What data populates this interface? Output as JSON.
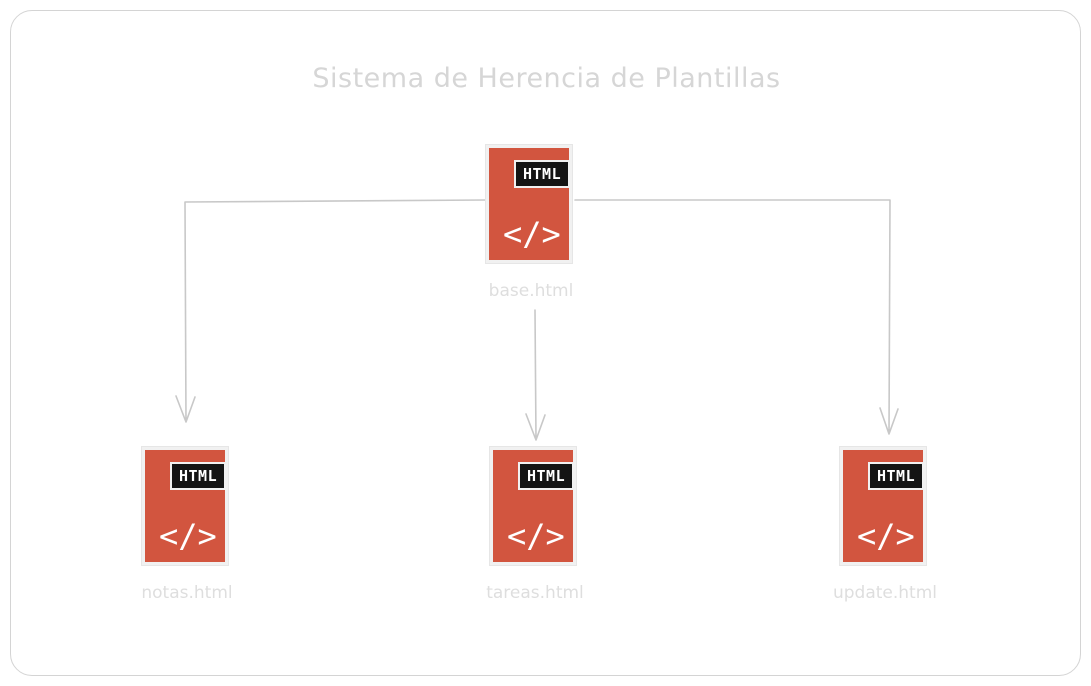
{
  "title": "Sistema de Herencia de Plantillas",
  "colors": {
    "file": "#d2553f",
    "badge": "#141414",
    "edge": "#c8c8c8",
    "text": "#d6d6d6"
  },
  "icon": "html-file-icon",
  "nodes": [
    {
      "id": "base",
      "badge": "HTML",
      "code": "</>",
      "label": "base.html"
    },
    {
      "id": "notas",
      "badge": "HTML",
      "code": "</>",
      "label": "notas.html"
    },
    {
      "id": "tareas",
      "badge": "HTML",
      "code": "</>",
      "label": "tareas.html"
    },
    {
      "id": "update",
      "badge": "HTML",
      "code": "</>",
      "label": "update.html"
    }
  ],
  "edges": [
    {
      "from": "base",
      "to": "notas"
    },
    {
      "from": "base",
      "to": "tareas"
    },
    {
      "from": "base",
      "to": "update"
    }
  ]
}
